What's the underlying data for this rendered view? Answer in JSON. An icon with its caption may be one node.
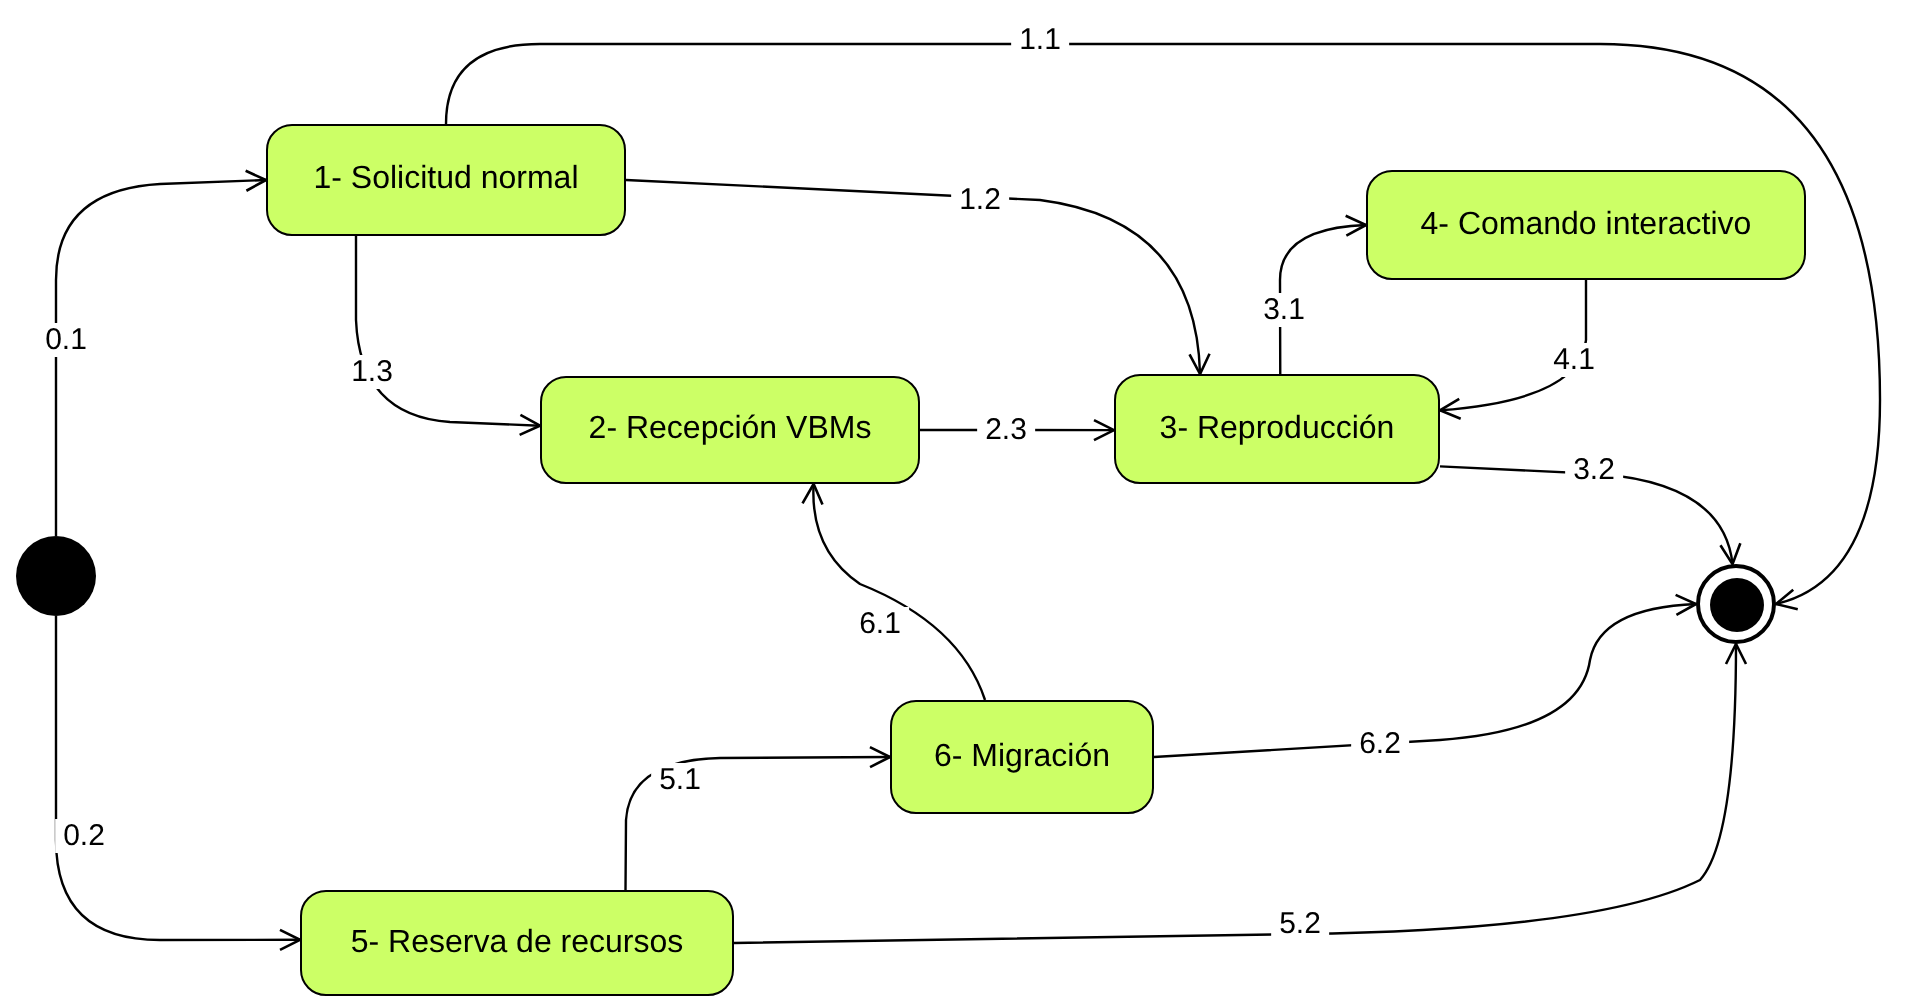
{
  "diagram": {
    "nodes": [
      {
        "text": [],
        "shape": "circle"
      },
      {
        "text": [
          "1- Solicitud normal"
        ]
      },
      {
        "text": [
          "2- Recepción VBMs"
        ]
      },
      {
        "text": [
          "3- Reproducción"
        ]
      },
      {
        "text": [
          "4- Comando interactivo"
        ]
      },
      {
        "text": [
          "5- Reserva de recursos"
        ]
      },
      {
        "text": [
          "6- Migración"
        ]
      },
      {
        "text": [],
        "shape": "bullseye"
      }
    ],
    "edges": [
      {
        "from": 0,
        "to": 1,
        "arrow": "to",
        "label": "0.1"
      },
      {
        "from": 0,
        "to": 5,
        "arrow": "to",
        "label": "0.2"
      },
      {
        "from": 1,
        "to": 7,
        "arrow": "to",
        "label": "1.1"
      },
      {
        "from": 1,
        "to": 3,
        "arrow": "to",
        "label": "1.2"
      },
      {
        "from": 1,
        "to": 2,
        "arrow": "to",
        "label": "1.3"
      },
      {
        "from": 2,
        "to": 3,
        "arrow": "to",
        "label": "2.3"
      },
      {
        "from": 3,
        "to": 4,
        "arrow": "to",
        "label": "3.1"
      },
      {
        "from": 4,
        "to": 3,
        "arrow": "to",
        "label": "4.1"
      },
      {
        "from": 3,
        "to": 7,
        "arrow": "to",
        "label": "3.2"
      },
      {
        "from": 5,
        "to": 6,
        "arrow": "to",
        "label": "5.1"
      },
      {
        "from": 5,
        "to": 7,
        "arrow": "to",
        "label": "5.2"
      },
      {
        "from": 6,
        "to": 2,
        "arrow": "to",
        "label": "6.1"
      },
      {
        "from": 6,
        "to": 7,
        "arrow": "to",
        "label": "6.2"
      }
    ]
  }
}
